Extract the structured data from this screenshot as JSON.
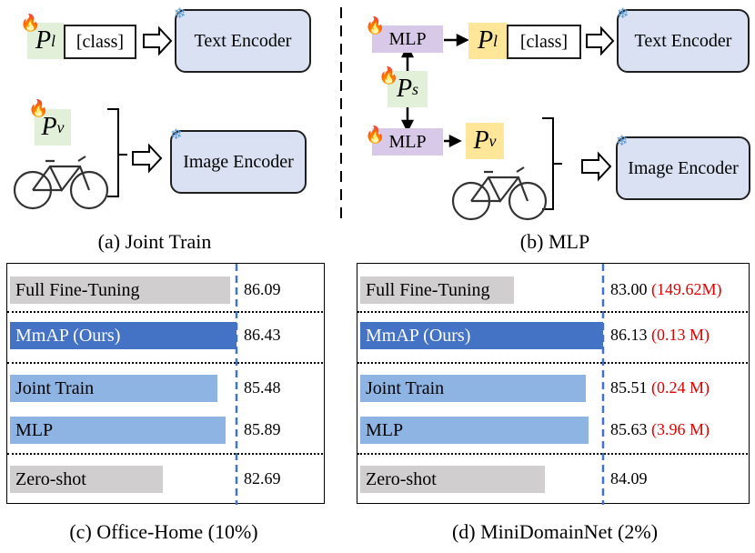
{
  "colors": {
    "encoder_fill": "#d9e1f2",
    "green_prompt": "#e2efd9",
    "yellow_prompt": "#ffe699",
    "mlp_fill": "#d9c9e8",
    "bar_gray": "#d0cece",
    "bar_light_blue": "#8eb4e3",
    "bar_dark_blue": "#4472c4",
    "dashed_line": "#4472c4",
    "param_red": "#e00000"
  },
  "icons": [
    "fire-icon",
    "snowflake-icon",
    "bicycle-icon",
    "arrow-right-icon"
  ],
  "panel_a": {
    "prompt_l_base": "P",
    "prompt_l_sub": "l",
    "class_label": "[class]",
    "text_encoder": "Text Encoder",
    "prompt_v_base": "P",
    "prompt_v_sub": "v",
    "image_encoder": "Image Encoder",
    "caption": "(a) Joint Train"
  },
  "panel_b": {
    "mlp_top": "MLP",
    "mlp_bottom": "MLP",
    "prompt_s_base": "P",
    "prompt_s_sub": "s",
    "prompt_l_base": "P",
    "prompt_l_sub": "l",
    "prompt_v_base": "P",
    "prompt_v_sub": "v",
    "class_label": "[class]",
    "text_encoder": "Text Encoder",
    "image_encoder": "Image Encoder",
    "caption": "(b) MLP"
  },
  "chart_data": [
    {
      "type": "bar",
      "orientation": "horizontal",
      "title": "(c) Office-Home (10%)",
      "categories": [
        "Full Fine-Tuning",
        "MmAP (Ours)",
        "Joint Train",
        "MLP",
        "Zero-shot"
      ],
      "values": [
        86.09,
        86.43,
        85.48,
        85.89,
        82.69
      ],
      "value_labels": [
        "86.09",
        "86.43",
        "85.48",
        "85.89",
        "82.69"
      ],
      "reference_line": "dashed vertical at MmAP (Ours) value"
    },
    {
      "type": "bar",
      "orientation": "horizontal",
      "title": "(d) MiniDomainNet (2%)",
      "categories": [
        "Full Fine-Tuning",
        "MmAP (Ours)",
        "Joint Train",
        "MLP",
        "Zero-shot"
      ],
      "values": [
        83.0,
        86.13,
        85.51,
        85.63,
        84.09
      ],
      "value_labels": [
        "83.00",
        "86.13",
        "85.51",
        "85.63",
        "84.09"
      ],
      "params": [
        "(149.62M)",
        "(0.13 M)",
        "(0.24 M)",
        "(3.96 M)",
        ""
      ],
      "reference_line": "dashed vertical at MmAP (Ours) value"
    }
  ]
}
